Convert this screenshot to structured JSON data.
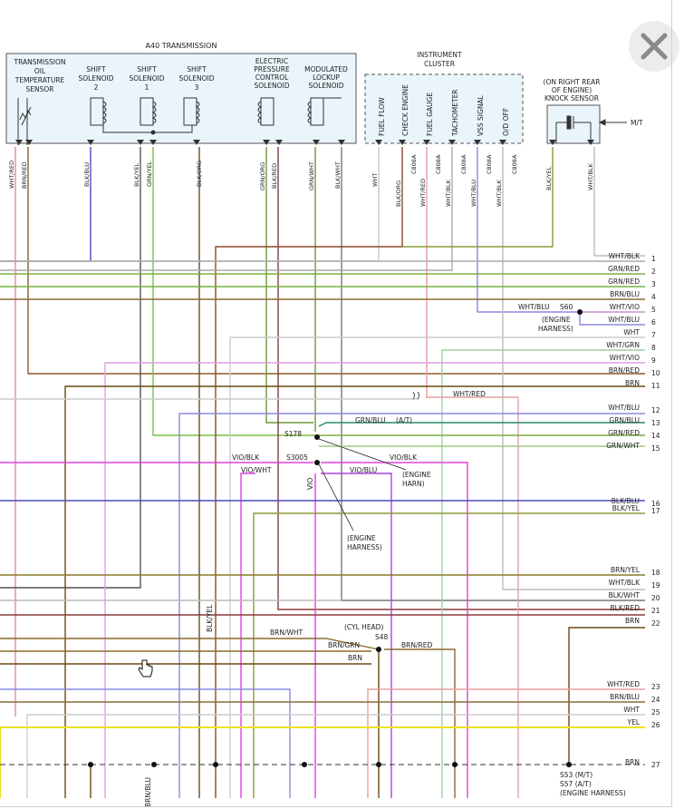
{
  "title": "A40 TRANSMISSION",
  "components": {
    "temp_sensor": [
      "TRANSMISSION",
      "OIL",
      "TEMPERATURE",
      "SENSOR"
    ],
    "shift2": [
      "SHIFT",
      "SOLENOID",
      "2"
    ],
    "shift1": [
      "SHIFT",
      "SOLENOID",
      "1"
    ],
    "shift3": [
      "SHIFT",
      "SOLENOID",
      "3"
    ],
    "epc": [
      "ELECTRIC",
      "PRESSURE",
      "CONTROL",
      "SOLENOID"
    ],
    "mlu": [
      "MODULATED",
      "LOCKUP",
      "SOLENOID"
    ],
    "cluster": [
      "INSTRUMENT",
      "CLUSTER"
    ],
    "knock": [
      "(ON RIGHT REAR",
      "OF ENGINE)",
      "KNOCK SENSOR"
    ],
    "mt": "M/T"
  },
  "cluster_pins": [
    "FUEL FLOW",
    "CHECK ENGINE",
    "FUEL GAUGE",
    "TACHOMETER",
    "VSS SIGNAL",
    "O/D OFF"
  ],
  "cluster_conn": "C808A",
  "wire_labels_top": [
    "WHT/RED",
    "BRN/RED",
    "BLK/BLU",
    "BLK/YEL",
    "GRN/YEL",
    "BLK/ORG",
    "GRN/ORG",
    "BLK/RED",
    "GRN/WHT",
    "BLK/WHT",
    "WHT",
    "BLK/ORG",
    "WHT/RED",
    "WHT/BLK",
    "WHT/BLU",
    "WHT/BLK",
    "BLK/YEL",
    "WHT/BLK"
  ],
  "right_wires": [
    {
      "label": "WHT/BLK",
      "num": "1"
    },
    {
      "label": "GRN/RED",
      "num": "2"
    },
    {
      "label": "GRN/RED",
      "num": "3"
    },
    {
      "label": "BRN/BLU",
      "num": "4"
    },
    {
      "label": "WHT/VIO",
      "num": "5"
    },
    {
      "label": "WHT/BLU",
      "num": "6"
    },
    {
      "label": "WHT",
      "num": "7"
    },
    {
      "label": "WHT/GRN",
      "num": "8"
    },
    {
      "label": "WHT/VIO",
      "num": "9"
    },
    {
      "label": "BRN/RED",
      "num": "10"
    },
    {
      "label": "BRN",
      "num": "11"
    },
    {
      "label": "WHT/BLU",
      "num": "12"
    },
    {
      "label": "GRN/BLU",
      "num": "13"
    },
    {
      "label": "GRN/RED",
      "num": "14"
    },
    {
      "label": "GRN/WHT",
      "num": "15"
    },
    {
      "label": "BLK/BLU",
      "num": "16"
    },
    {
      "label": "BLK/YEL",
      "num": "17"
    },
    {
      "label": "BRN/YEL",
      "num": "18"
    },
    {
      "label": "WHT/BLK",
      "num": "19"
    },
    {
      "label": "BLK/WHT",
      "num": "20"
    },
    {
      "label": "BLK/RED",
      "num": "21"
    },
    {
      "label": "BRN",
      "num": "22"
    },
    {
      "label": "WHT/RED",
      "num": "23"
    },
    {
      "label": "BRN/BLU",
      "num": "24"
    },
    {
      "label": "WHT",
      "num": "25"
    },
    {
      "label": "YEL",
      "num": "26"
    },
    {
      "label": "BRN",
      "num": "27"
    }
  ],
  "splices": {
    "s60": "S60",
    "s60_left": "WHT/BLU",
    "s60_note": [
      "(ENGINE",
      "HARNESS)"
    ],
    "s178": "S178",
    "s178_wire": "GRN/BLU",
    "s178_at": "(A/T)",
    "s3005": "S3005",
    "vio_blk_left": "VIO/BLK",
    "vio_blk_right": "VIO/BLK",
    "vio_wht": "VIO/WHT",
    "vio_blu": "VIO/BLU",
    "vio": "VIO",
    "engine_harn": [
      "(ENGINE",
      "HARN)"
    ],
    "engine_harness": [
      "(ENGINE",
      "HARNESS)"
    ],
    "s48_head": "(CYL HEAD)",
    "s48": "S48",
    "brn_wht": "BRN/WHT",
    "brn_grn": "BRN/GRN",
    "brn": "BRN",
    "brn_red": "BRN/RED",
    "wht_red_mid": "WHT/RED",
    "blk_yel_mid": "BLK/YEL",
    "brn_blu_bottom": "BRN/BLU",
    "s53": "S53 (M/T)",
    "s57": "S57 (A/T)",
    "s57_note": "(ENGINE HARNESS)"
  }
}
